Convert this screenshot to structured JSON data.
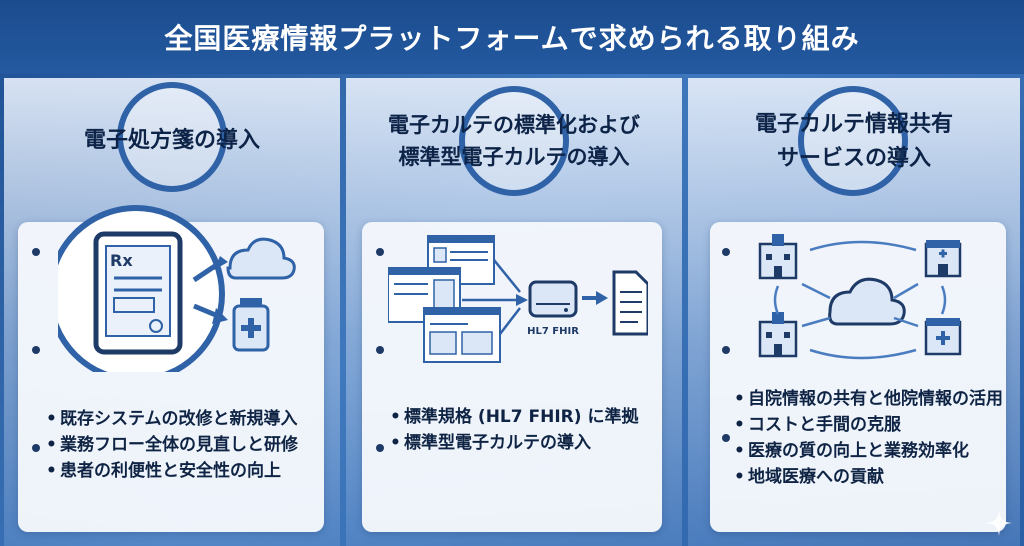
{
  "title": "全国医療情報プラットフォームで求められる取り組み",
  "panels": [
    {
      "heading": "電子処方箋の導入",
      "items": [
        "既存システムの改修と新規導入",
        "業務フロー全体の見直しと研修",
        "患者の利便性と安全性の向上"
      ],
      "icons": [
        "tablet-prescription-icon",
        "cloud-icon",
        "medicine-bottle-icon",
        "arrow-icon"
      ]
    },
    {
      "heading_line1": "電子カルテの標準化および",
      "heading_line2": "標準型電子カルテの導入",
      "items": [
        "標準規格 (HL7 FHIR) に準拠",
        "標準型電子カルテの導入"
      ],
      "server_label": "HL7 FHIR",
      "icons": [
        "browser-window-icon",
        "server-icon",
        "document-icon",
        "arrow-icon"
      ]
    },
    {
      "heading_line1": "電子カルテ情報共有",
      "heading_line2": "サービスの導入",
      "items": [
        "自院情報の共有と他院情報の活用",
        "コストと手間の克服",
        "医療の質の向上と業務効率化",
        "地域医療への貢献"
      ],
      "icons": [
        "hospital-icon",
        "clinic-icon",
        "cloud-icon",
        "pharmacy-icon",
        "sync-arrow-icon"
      ]
    }
  ],
  "colors": {
    "primary": "#2f62a7",
    "navy": "#10294f",
    "title_bg": "#1e4f92"
  }
}
